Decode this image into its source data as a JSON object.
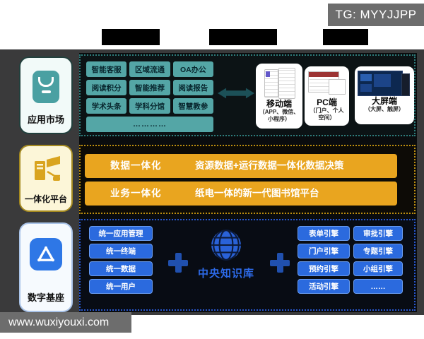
{
  "watermarks": {
    "tg": "TG: MYYJJPP",
    "site": "www.wuxiyouxi.com"
  },
  "sidebar": {
    "apps_label": "应用市场",
    "platform_label": "一体化平台",
    "base_label": "数字基座"
  },
  "applications": {
    "items": [
      "智能客服",
      "区域流通",
      "OA办公",
      "阅读积分",
      "智能推荐",
      "阅读报告",
      "学术头条",
      "学科分馆",
      "智慧教参"
    ],
    "more": "…………",
    "terminals": [
      {
        "name": "移动端",
        "sub": "（APP、微信、小程序）"
      },
      {
        "name": "PC端",
        "sub": "（门户、个人空间）"
      },
      {
        "name": "大屏端",
        "sub": "（大屏、触屏）"
      }
    ]
  },
  "platform": {
    "bars": [
      {
        "title": "数据一体化",
        "desc": "资源数据+运行数据一体化数据决策"
      },
      {
        "title": "业务一体化",
        "desc": "纸电一体的新一代图书馆平台"
      }
    ]
  },
  "base": {
    "unified": [
      "统一应用管理",
      "统一终端",
      "统一数据",
      "统一用户"
    ],
    "center": "中央知识库",
    "engines": [
      "表单引擎",
      "审批引擎",
      "门户引擎",
      "专题引擎",
      "预约引擎",
      "小组引擎",
      "活动引擎",
      "……"
    ]
  },
  "icons": {
    "apps": "bag-icon",
    "platform": "workstation-icon",
    "base": "appstore-triangle-icon",
    "center": "globe-icon",
    "link": "double-arrow-icon",
    "combine": "plus-icon"
  },
  "colors": {
    "teal": "#54a6a6",
    "gold": "#e9a51f",
    "blue": "#2b6ade",
    "accent_text": "#2d6ae8"
  }
}
